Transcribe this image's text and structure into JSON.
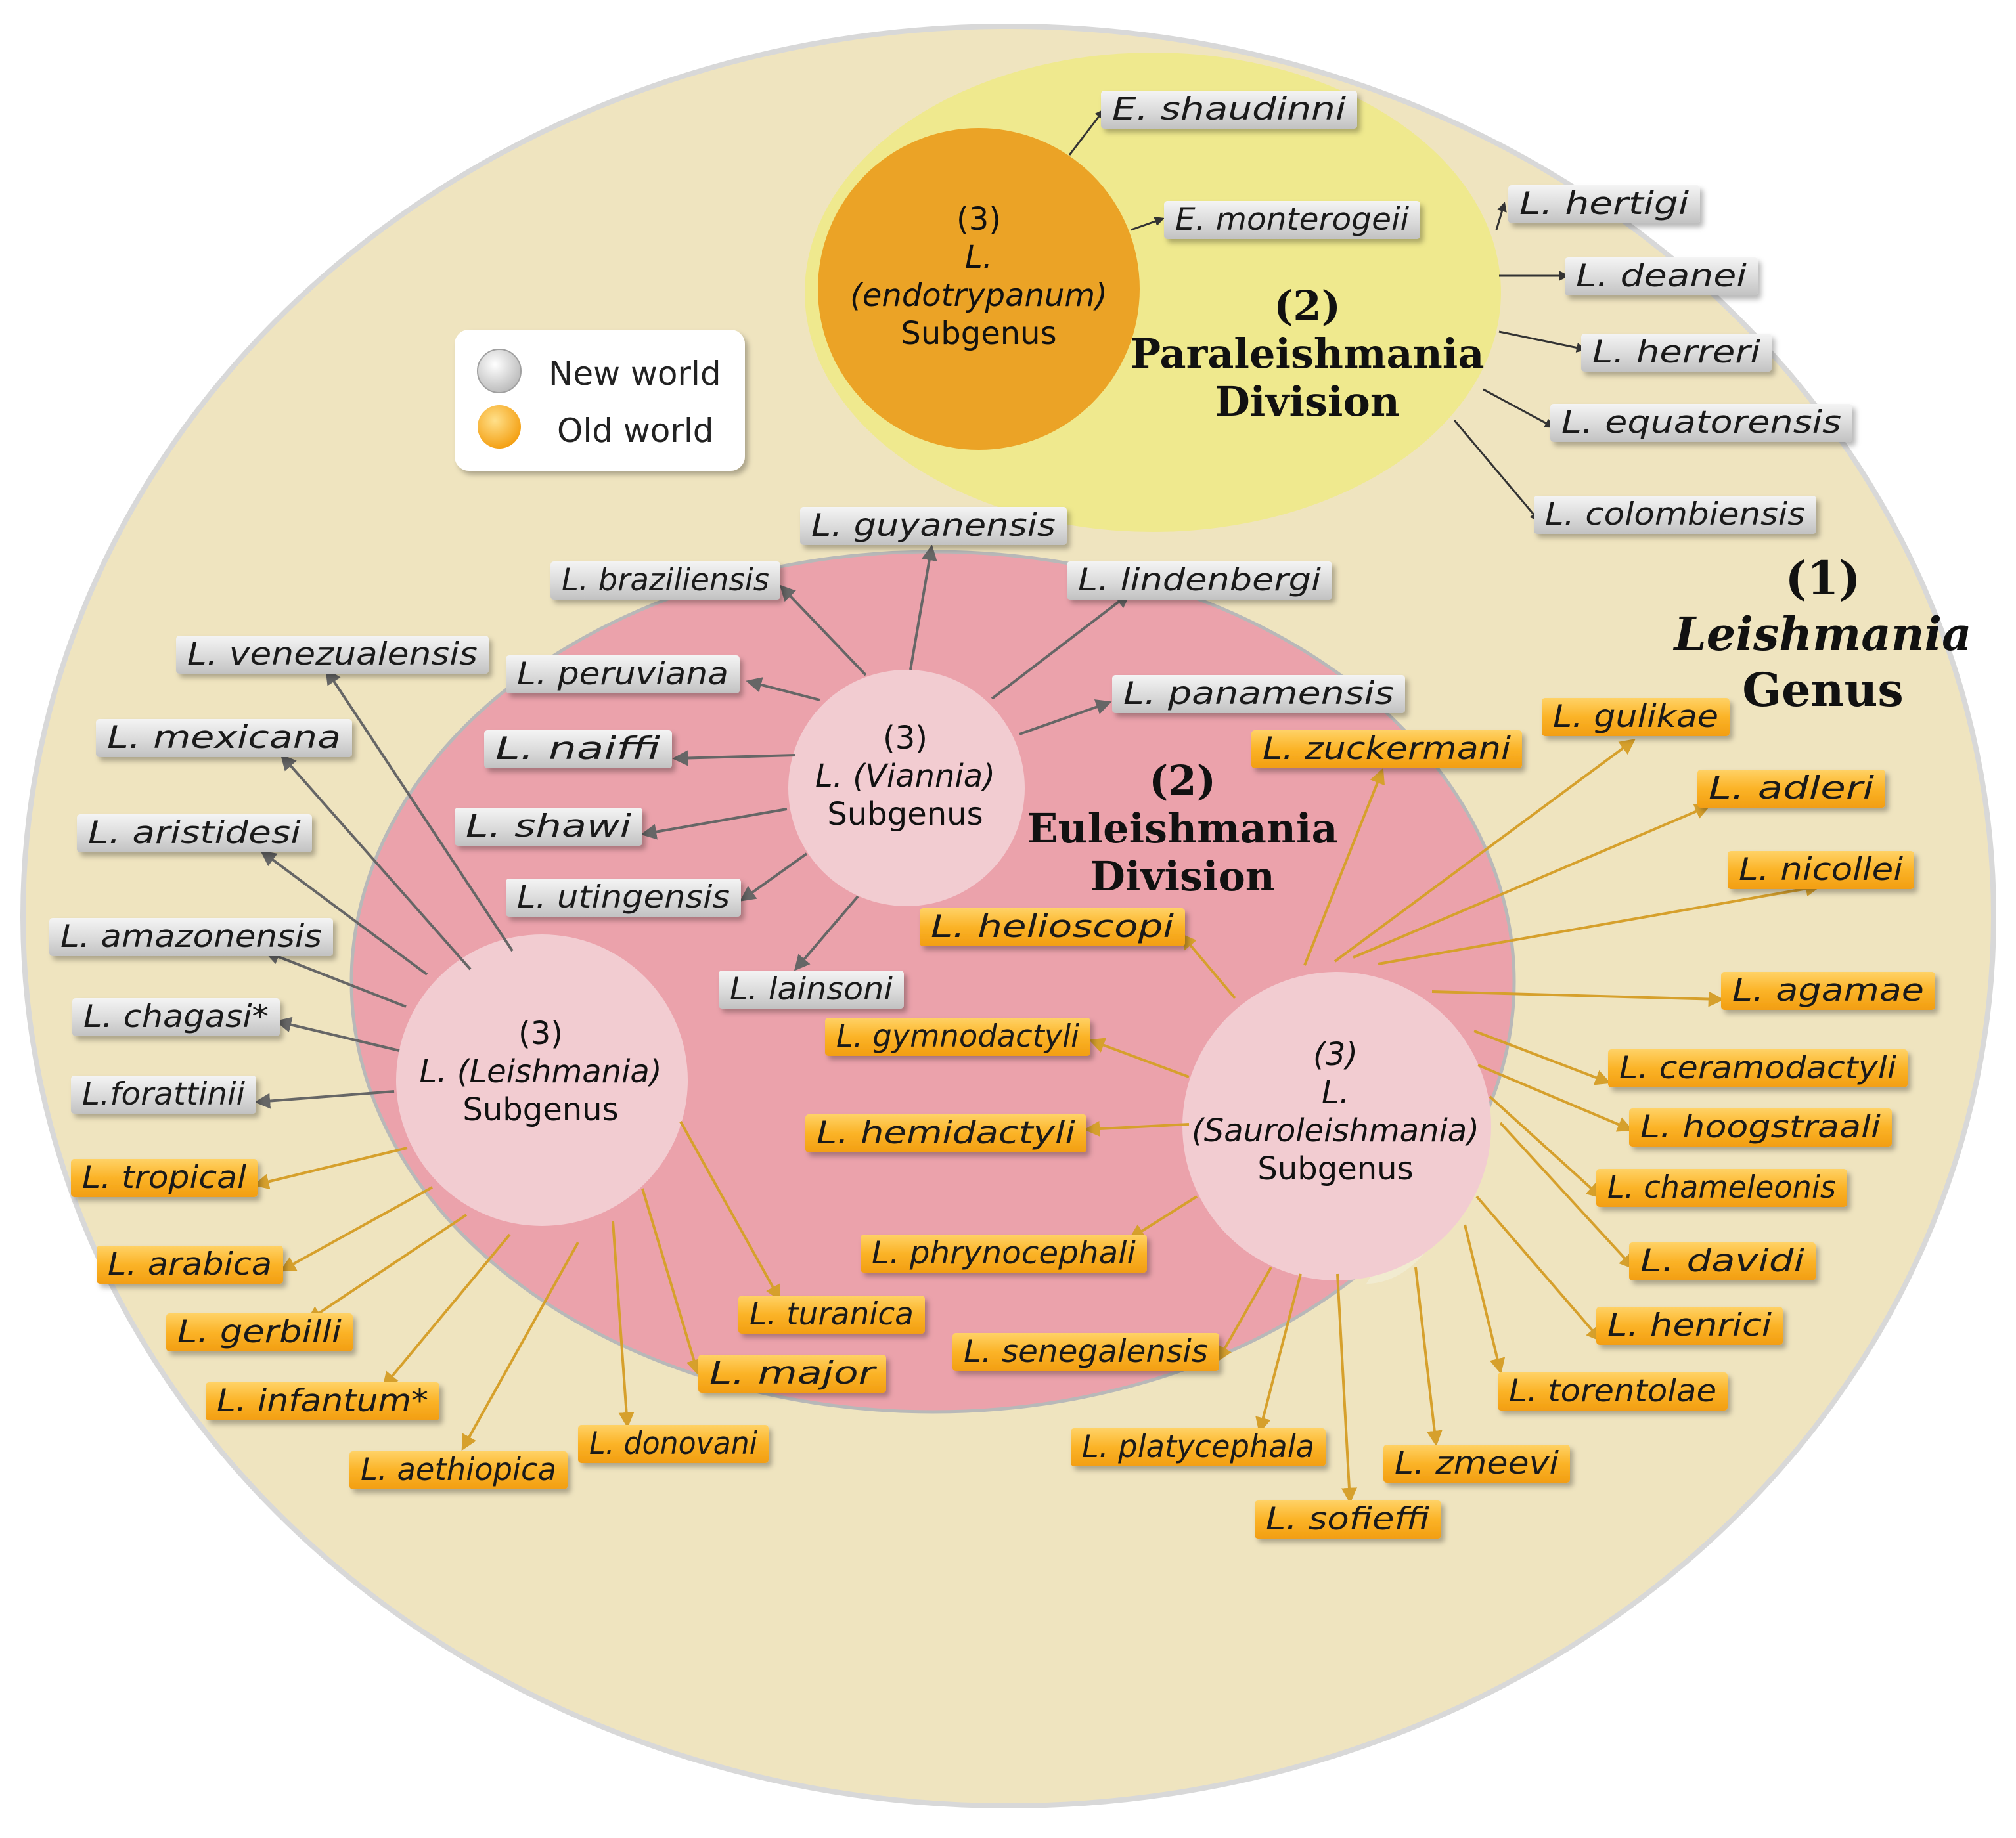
{
  "genus": {
    "number": "(1)",
    "name": "Leishmania",
    "rank": "Genus"
  },
  "divisions": {
    "paraleishmania": {
      "number": "(2)",
      "name": "Paraleishmania",
      "rank": "Division"
    },
    "euleishmania": {
      "number": "(2)",
      "name": "Euleishmania",
      "rank": "Division"
    }
  },
  "subgenera": {
    "endotrypanum": {
      "number": "(3)",
      "prefix": "L.",
      "name": "(endotrypanum)",
      "rank": "Subgenus"
    },
    "viannia": {
      "number": "(3)",
      "name": "L. (Viannia)",
      "rank": "Subgenus"
    },
    "leishmania": {
      "number": "(3)",
      "name": "L. (Leishmania)",
      "rank": "Subgenus"
    },
    "sauroleishmania": {
      "number": "(3)",
      "prefix": "L.",
      "name": "(Sauroleishmania)",
      "rank": "Subgenus"
    }
  },
  "legend": {
    "new_world": "New world",
    "old_world": "Old world"
  },
  "colors": {
    "genus_fill": "#efe4bf",
    "paraleishmania_fill": "#efe98e",
    "euleishmania_fill": "#eba2ab",
    "endotrypanum_fill": "#eba326",
    "subgenus_fill": "#f2ccd1",
    "new_world": "#d6d6d6",
    "old_world": "#fbb327",
    "new_world_arrow": "#666666",
    "old_world_arrow": "#d6a02c"
  },
  "species": {
    "endotrypanum": [
      "E. shaudinni",
      "E. monterogeii"
    ],
    "paraleishmania": [
      "L. hertigi",
      "L. deanei",
      "L. herreri",
      "L. equatorensis",
      "L. colombiensis"
    ],
    "viannia": [
      "L. guyanensis",
      "L. braziliensis",
      "L. lindenbergi",
      "L. peruviana",
      "L. panamensis",
      "L. naiffi",
      "L. shawi",
      "L. utingensis",
      "L. lainsoni"
    ],
    "leishmania_new": [
      "L. venezualensis",
      "L. mexicana",
      "L. aristidesi",
      "L. amazonensis",
      "L. chagasi*",
      "L.forattinii"
    ],
    "leishmania_old": [
      "L. tropical",
      "L. arabica",
      "L. gerbilli",
      "L. infantum*",
      "L. aethiopica",
      "L. donovani",
      "L. major",
      "L. turanica"
    ],
    "sauroleishmania": [
      "L. zuckermani",
      "L. gulikae",
      "L. adleri",
      "L. nicollei",
      "L. agamae",
      "L. ceramodactyli",
      "L. hoogstraali",
      "L. chameleonis",
      "L. davidi",
      "L. henrici",
      "L. torentolae",
      "L. zmeevi",
      "L. sofieffi",
      "L. platycephala",
      "L. senegalensis",
      "L. phrynocephali",
      "L. hemidactyli",
      "L. gymnodactyli",
      "L. helioscopi"
    ]
  }
}
